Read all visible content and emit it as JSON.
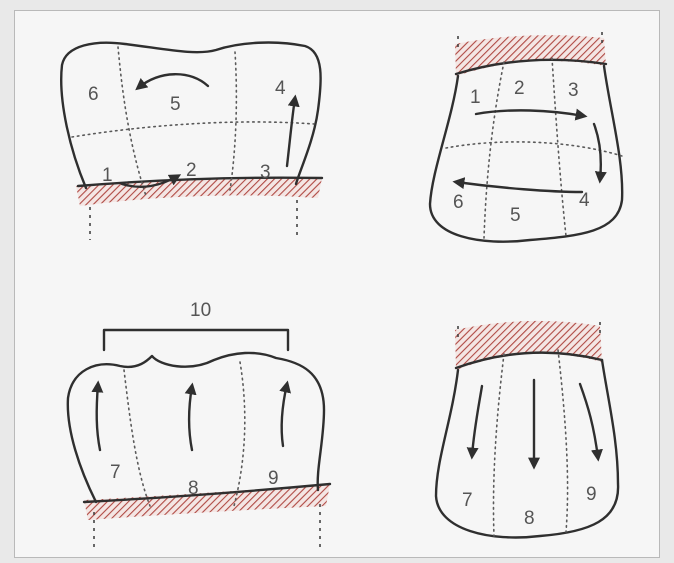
{
  "figures": {
    "top_left": {
      "labels": [
        "6",
        "5",
        "4",
        "1",
        "2",
        "3"
      ]
    },
    "top_right": {
      "labels": [
        "1",
        "2",
        "3",
        "6",
        "5",
        "4"
      ]
    },
    "bottom_left": {
      "bracket_label": "10",
      "labels": [
        "7",
        "8",
        "9"
      ]
    },
    "bottom_right": {
      "labels": [
        "7",
        "8",
        "9"
      ]
    }
  },
  "colors": {
    "outline": "#2f2f2f",
    "gum_hatch": "#b04a44",
    "background": "#f6f6f6"
  }
}
